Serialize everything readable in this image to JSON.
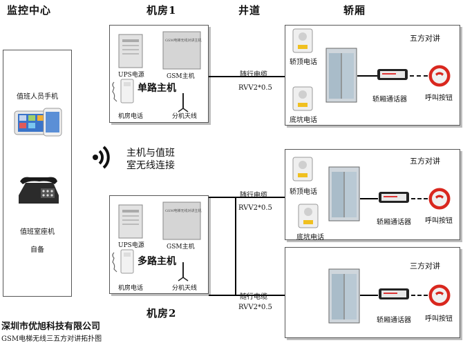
{
  "headers": {
    "monitor": "监控中心",
    "room1": "机房1",
    "shaft": "井道",
    "car": "轿厢",
    "room2": "机房2"
  },
  "monitor": {
    "phone_label": "值班人员手机",
    "desk_phone_label": "值班室座机",
    "self_prepared": "自备"
  },
  "wireless": {
    "line1": "主机与值班",
    "line2": "室无线连接"
  },
  "room_box": {
    "ups": "UPS电源",
    "gsm": "GSM主机",
    "room_phone": "机房电话",
    "antenna": "分机天线",
    "single_host": "单路主机",
    "multi_host": "多路主机",
    "gsm_box_text": "GSM电梯无线对讲主机"
  },
  "cable": {
    "name": "随行电缆",
    "spec": "RVV2*0.5"
  },
  "car_items": {
    "top_phone": "轿顶电话",
    "pit_phone": "底坑电话",
    "intercom": "轿厢通话器",
    "call_button": "呼叫按钮"
  },
  "modes": {
    "five_way_1": "五方对讲",
    "five_way_2": "五方对讲",
    "three_way": "三方对讲"
  },
  "footer": {
    "company": "深圳市优旭科技有限公司",
    "caption": "GSM电梯无线三五方对讲拓扑图"
  },
  "colors": {
    "button_red": "#d9271e",
    "line": "#000000",
    "box_border": "#555555",
    "device_gray": "#d9d9d9"
  }
}
